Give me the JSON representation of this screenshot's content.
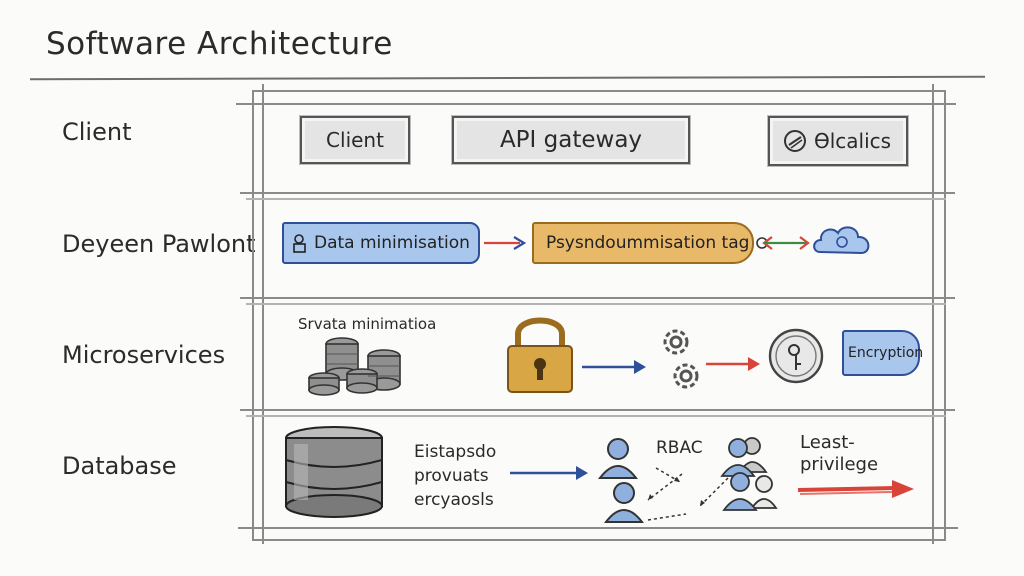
{
  "title": "Software Architecture",
  "rows": [
    {
      "label": "Client"
    },
    {
      "label": "Deyeen Pawlont"
    },
    {
      "label": "Microservices"
    },
    {
      "label": "Database"
    }
  ],
  "client_row": {
    "client_box": "Client",
    "gateway_box": "API gateway",
    "analytics_box": "Ѳlcalics"
  },
  "privacy_row": {
    "data_min_tag": "Data minimisation",
    "pseudo_tag": "Psysndoummisation tag"
  },
  "micro_row": {
    "note": "Srvata minimatioa",
    "encryption_tag": "Encryption"
  },
  "db_row": {
    "note_lines": [
      "Eistapsdo",
      "provuats",
      "ercyaosls"
    ],
    "rbac_label": "RBAC",
    "least_priv_lines": [
      "Least-",
      "privilege"
    ]
  },
  "colors": {
    "blue_tag": "#a9c6ec",
    "orange_tag": "#e9b96a",
    "arrow_blue": "#2f4f9a",
    "arrow_red": "#d9443a",
    "arrow_green": "#3e8b45",
    "lock_gold": "#d9a646"
  }
}
